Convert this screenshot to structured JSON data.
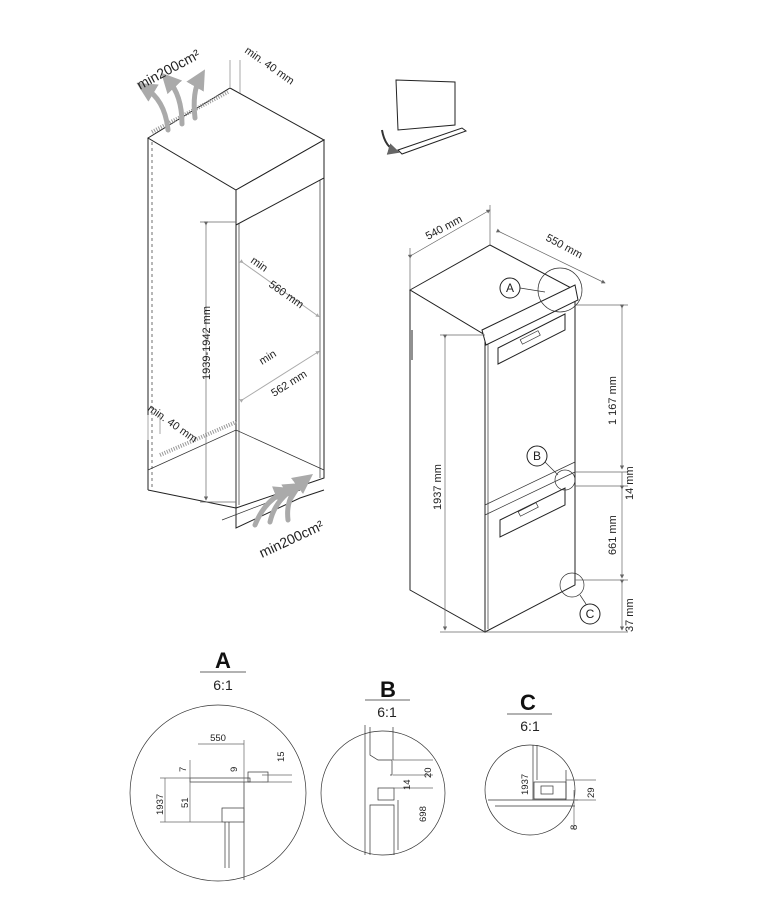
{
  "cabinet": {
    "vent_top": "min200cm²",
    "vent_bottom": "min200cm²",
    "gap_top": "min. 40 mm",
    "gap_bottom": "min. 40 mm",
    "height": "1939-1942 mm",
    "width_min_label": "min",
    "width": "560 mm",
    "depth_min_label": "min",
    "depth": "562 mm"
  },
  "appliance": {
    "width": "540 mm",
    "depth": "550 mm",
    "height": "1937 mm",
    "upper_door": "1 167 mm",
    "gap": "14 mm",
    "lower_door": "661 mm",
    "plinth": "37 mm",
    "callouts": [
      "A",
      "B",
      "C"
    ]
  },
  "details": [
    {
      "label": "A",
      "scale": "6:1",
      "dims": [
        "550",
        "7",
        "9",
        "15",
        "1937",
        "51"
      ]
    },
    {
      "label": "B",
      "scale": "6:1",
      "dims": [
        "20",
        "14",
        "698"
      ]
    },
    {
      "label": "C",
      "scale": "6:1",
      "dims": [
        "1937",
        "29",
        "8"
      ]
    }
  ]
}
